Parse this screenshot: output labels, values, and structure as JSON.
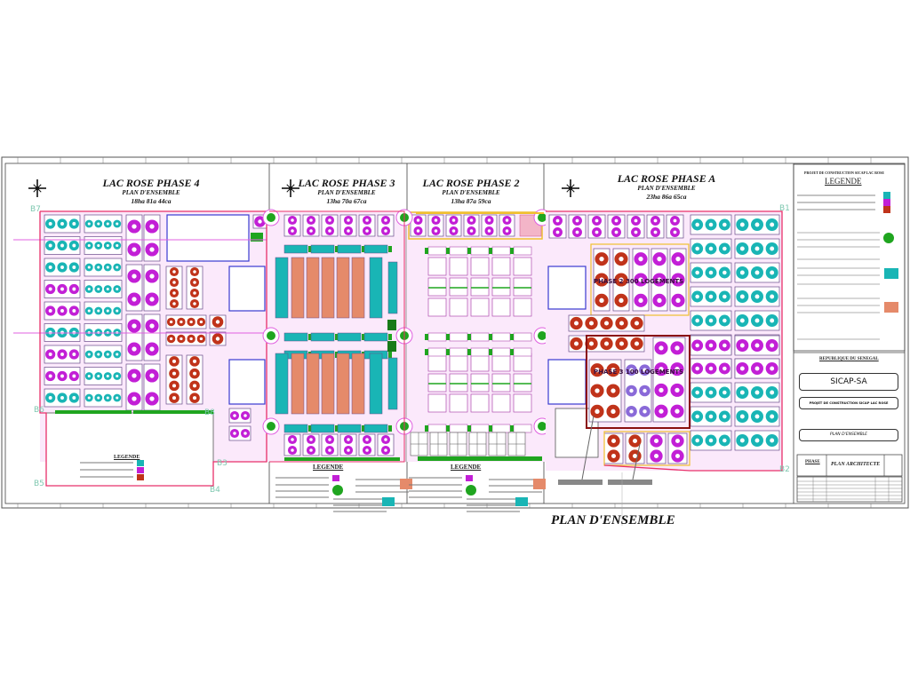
{
  "sheet": {
    "title": "PLAN D'ENSEMBLE",
    "phases": [
      {
        "name": "LAC ROSE PHASE 4",
        "subtitle": "PLAN D'ENSEMBLE",
        "area": "18ha 81a 44ca"
      },
      {
        "name": "LAC ROSE PHASE 3",
        "subtitle": "PLAN D'ENSEMBLE",
        "area": "13ha 70a 67ca"
      },
      {
        "name": "LAC ROSE PHASE 2",
        "subtitle": "PLAN D'ENSEMBLE",
        "area": "13ha 87a 59ca"
      },
      {
        "name": "LAC ROSE PHASE A",
        "subtitle": "PLAN D'ENSEMBLE",
        "area": "23ha 86a 65ca"
      }
    ],
    "boundary_markers": [
      "B1",
      "B2",
      "B3",
      "B4",
      "B5",
      "B6",
      "B7",
      "B8"
    ],
    "plan_labels": {
      "phase_2_units": "PHASE 2 300 LOGEMENTS",
      "phase_3_units": "PHASE 3 100 LOGEMENTS"
    },
    "legend_title": "LEGENDE",
    "colors": {
      "villa_f3": "#19b5b5",
      "villa_f4": "#c21fd6",
      "villa_f5": "#c0331a",
      "apartment_f4": "#e58a6a",
      "green_space": "#1fa51f",
      "boundary": "#e8306a",
      "roads": "#e060e0"
    }
  },
  "right_panel": {
    "project_heading": "PROJET DE CONSTRUCTION SICAP LAC ROSE",
    "legend_title": "LEGENDE",
    "republic": "REPUBLIQUE DU SENEGAL",
    "company": "SICAP-SA",
    "project": "PROJET DE CONSTRUCTION SICAP LAC ROSE",
    "drawing": "PLAN D'ENSEMBLE",
    "phase_label": "PHASE",
    "architect": "PLAN ARCHITECTE"
  }
}
